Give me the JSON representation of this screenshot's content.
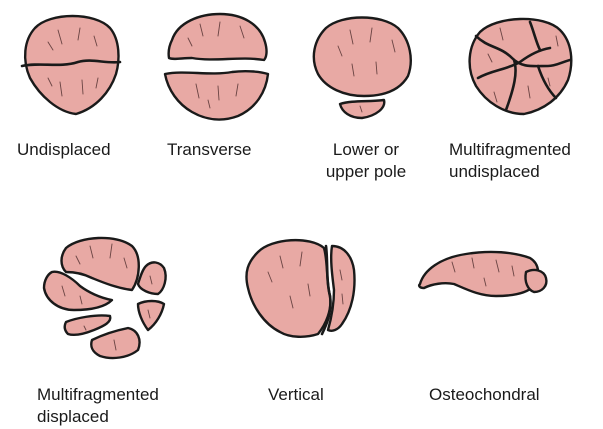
{
  "labels": {
    "undisplaced": "Undisplaced",
    "transverse": "Transverse",
    "lower_upper_pole_1": "Lower or",
    "lower_upper_pole_2": "upper pole",
    "multi_undisplaced_1": "Multifragmented",
    "multi_undisplaced_2": "undisplaced",
    "multi_displaced_1": "Multifragmented",
    "multi_displaced_2": "displaced",
    "vertical": "Vertical",
    "osteochondral": "Osteochondral"
  },
  "colors": {
    "bone_fill": "#e8a9a4",
    "outline": "#1a1a1a",
    "background": "#ffffff"
  }
}
